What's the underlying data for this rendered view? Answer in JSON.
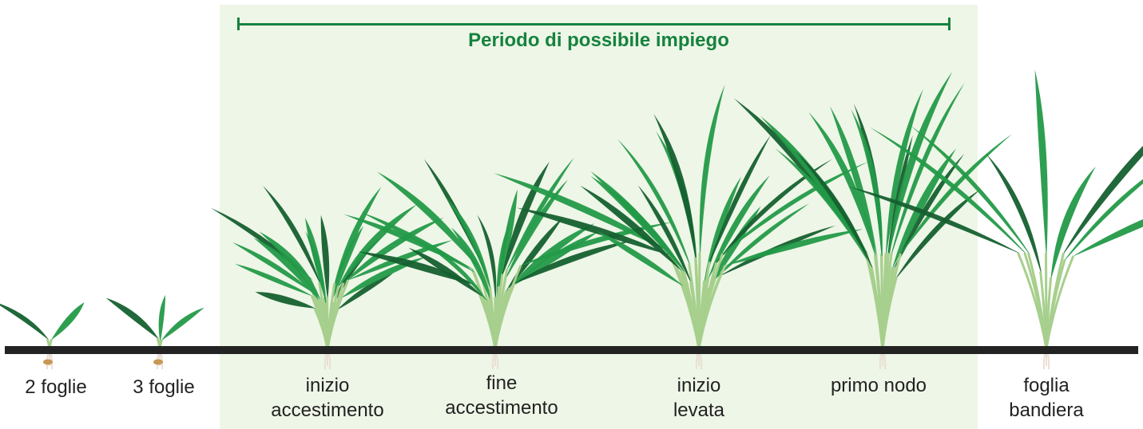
{
  "range": {
    "label": "Periodo di possibile impiego"
  },
  "colors": {
    "leaf_dark": "#15602f",
    "leaf": "#239a48",
    "stem": "#a7cf8d",
    "root": "#e9e0d2",
    "seed": "#c79856",
    "highlight": "#eef6e7",
    "accent": "#16823e",
    "ground": "#232323"
  },
  "stages": [
    {
      "line1": "2 foglie",
      "line2": "",
      "in_range": false,
      "leaf_count": 2,
      "leaf_length": 95
    },
    {
      "line1": "3 foglie",
      "line2": "",
      "in_range": false,
      "leaf_count": 3,
      "leaf_length": 110
    },
    {
      "line1": "inizio",
      "line2": "accestimento",
      "in_range": true,
      "leaf_count": 18,
      "leaf_length": 195
    },
    {
      "line1": "fine",
      "line2": "accestimento",
      "in_range": true,
      "leaf_count": 20,
      "leaf_length": 235
    },
    {
      "line1": "inizio",
      "line2": "levata",
      "in_range": true,
      "leaf_count": 20,
      "leaf_length": 300
    },
    {
      "line1": "primo nodo",
      "line2": "",
      "in_range": true,
      "leaf_count": 16,
      "leaf_length": 320
    },
    {
      "line1": "foglia",
      "line2": "bandiera",
      "in_range": false,
      "leaf_count": 9,
      "leaf_length": 360
    }
  ]
}
